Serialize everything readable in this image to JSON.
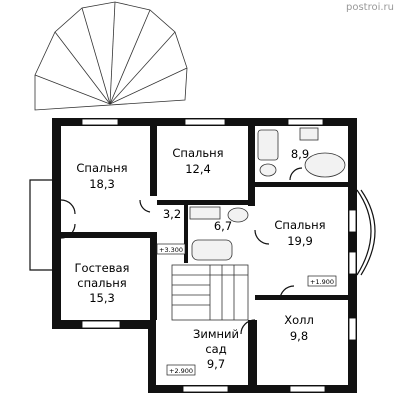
{
  "watermark": "postroi.ru",
  "rooms": [
    {
      "id": "bedroom-1",
      "name": "Спальня",
      "area": "18,3"
    },
    {
      "id": "bedroom-2",
      "name": "Спальня",
      "area": "12,4"
    },
    {
      "id": "bath-1",
      "name": "",
      "area": "8,9"
    },
    {
      "id": "closet",
      "name": "",
      "area": "3,2"
    },
    {
      "id": "bath-2",
      "name": "",
      "area": "6,7"
    },
    {
      "id": "bedroom-3",
      "name": "Спальня",
      "area": "19,9"
    },
    {
      "id": "guest-bedroom",
      "name": "Гостевая спальня",
      "area": "15,3"
    },
    {
      "id": "hall",
      "name": "Холл",
      "area": "9,8"
    },
    {
      "id": "winter-garden",
      "name": "Зимний сад",
      "area": "9,7"
    }
  ],
  "levels": [
    "+3.300",
    "+1.900",
    "+2.900"
  ]
}
